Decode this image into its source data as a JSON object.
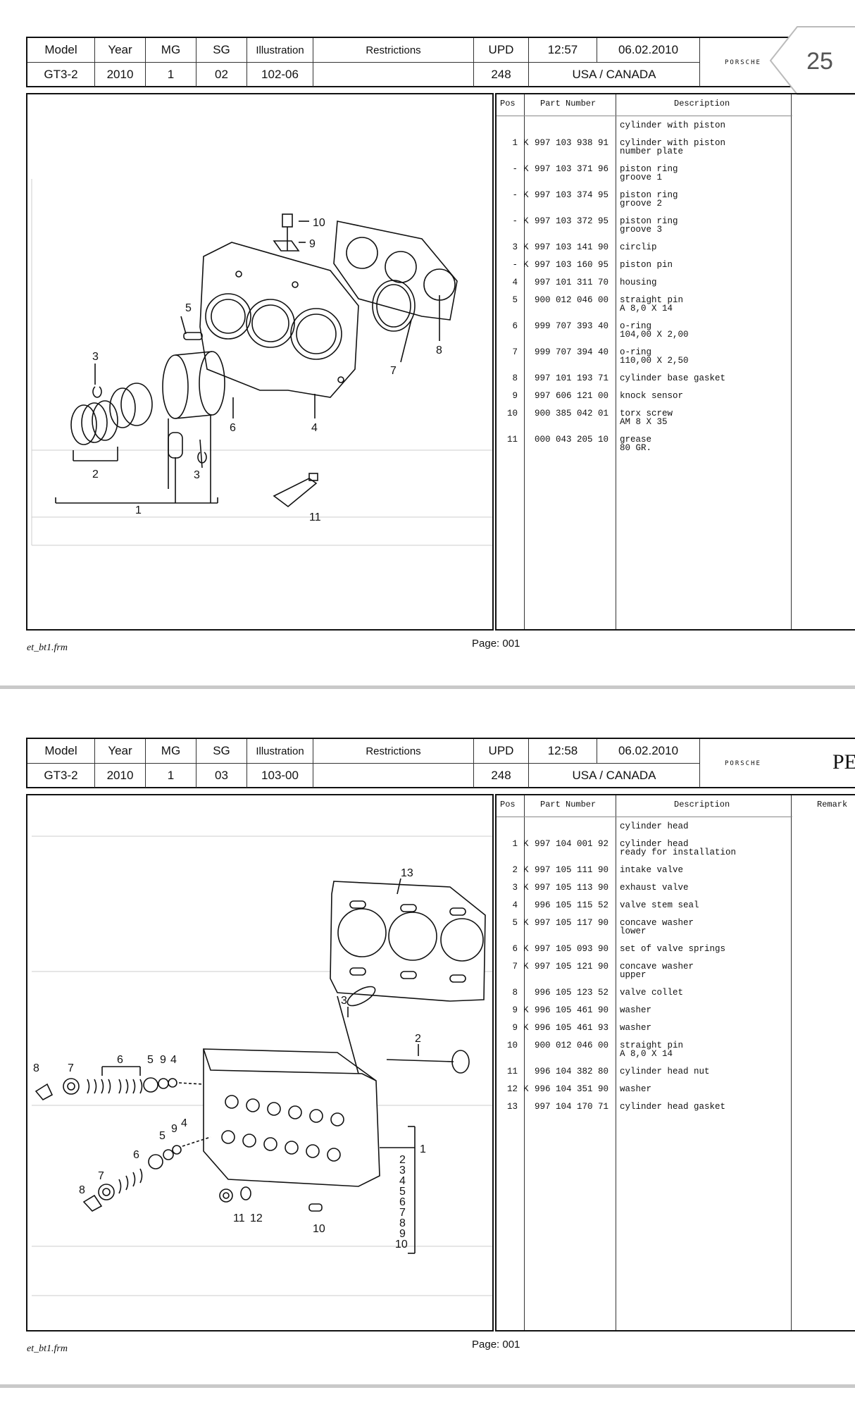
{
  "sheets": [
    {
      "header": {
        "labels": {
          "model": "Model",
          "year": "Year",
          "mg": "MG",
          "sg": "SG",
          "illustration": "Illustration",
          "restrictions": "Restrictions",
          "upd": "UPD"
        },
        "values": {
          "model": "GT3-2",
          "year": "2010",
          "mg": "1",
          "sg": "02",
          "illustration": "102-06",
          "restrictions": "",
          "upd": "248"
        },
        "time": "12:57",
        "date": "06.02.2010",
        "region": "USA / CANADA",
        "brand": "PORSCHE",
        "page_tab": "25"
      },
      "columns": {
        "pos": "Pos",
        "part_number": "Part Number",
        "description": "Description",
        "remark": ""
      },
      "parts": [
        {
          "pos": "",
          "k": "",
          "pn": "",
          "desc": "cylinder with piston"
        },
        {
          "pos": "1",
          "k": "K",
          "pn": "997 103 938 91",
          "desc": "cylinder with piston\nnumber plate"
        },
        {
          "pos": "-",
          "k": "K",
          "pn": "997 103 371 96",
          "desc": "piston ring\ngroove 1"
        },
        {
          "pos": "-",
          "k": "K",
          "pn": "997 103 374 95",
          "desc": "piston ring\ngroove 2"
        },
        {
          "pos": "-",
          "k": "K",
          "pn": "997 103 372 95",
          "desc": "piston ring\ngroove 3"
        },
        {
          "pos": "3",
          "k": "K",
          "pn": "997 103 141 90",
          "desc": "circlip"
        },
        {
          "pos": "-",
          "k": "K",
          "pn": "997 103 160 95",
          "desc": "piston pin"
        },
        {
          "pos": "4",
          "k": "",
          "pn": "997 101 311 70",
          "desc": "housing"
        },
        {
          "pos": "5",
          "k": "",
          "pn": "900 012 046 00",
          "desc": "straight pin\nA 8,0 X 14"
        },
        {
          "pos": "6",
          "k": "",
          "pn": "999 707 393 40",
          "desc": "o-ring\n104,00 X 2,00"
        },
        {
          "pos": "7",
          "k": "",
          "pn": "999 707 394 40",
          "desc": "o-ring\n110,00 X 2,50"
        },
        {
          "pos": "8",
          "k": "",
          "pn": "997 101 193 71",
          "desc": "cylinder base gasket"
        },
        {
          "pos": "9",
          "k": "",
          "pn": "997 606 121 00",
          "desc": "knock sensor"
        },
        {
          "pos": "10",
          "k": "",
          "pn": "900 385 042 01",
          "desc": "torx screw\nAM 8 X 35"
        },
        {
          "pos": "11",
          "k": "",
          "pn": "000 043 205 10",
          "desc": "grease\n80 GR."
        }
      ],
      "footer": {
        "file": "et_bt1.frm",
        "page": "Page: 001"
      },
      "callouts": [
        "10",
        "9",
        "5",
        "3",
        "2",
        "3",
        "1",
        "6",
        "4",
        "7",
        "8",
        "11"
      ]
    },
    {
      "header": {
        "labels": {
          "model": "Model",
          "year": "Year",
          "mg": "MG",
          "sg": "SG",
          "illustration": "Illustration",
          "restrictions": "Restrictions",
          "upd": "UPD"
        },
        "values": {
          "model": "GT3-2",
          "year": "2010",
          "mg": "1",
          "sg": "03",
          "illustration": "103-00",
          "restrictions": "",
          "upd": "248"
        },
        "time": "12:58",
        "date": "06.02.2010",
        "region": "USA / CANADA",
        "brand": "PORSCHE",
        "page_tab": "PET"
      },
      "columns": {
        "pos": "Pos",
        "part_number": "Part Number",
        "description": "Description",
        "remark": "Remark"
      },
      "parts": [
        {
          "pos": "",
          "k": "",
          "pn": "",
          "desc": "cylinder head"
        },
        {
          "pos": "1",
          "k": "K",
          "pn": "997 104 001 92",
          "desc": "cylinder head\nready for installation"
        },
        {
          "pos": "2",
          "k": "K",
          "pn": "997 105 111 90",
          "desc": "intake valve"
        },
        {
          "pos": "3",
          "k": "K",
          "pn": "997 105 113 90",
          "desc": "exhaust valve"
        },
        {
          "pos": "4",
          "k": "",
          "pn": "996 105 115 52",
          "desc": "valve stem seal"
        },
        {
          "pos": "5",
          "k": "K",
          "pn": "997 105 117 90",
          "desc": "concave washer\nlower"
        },
        {
          "pos": "6",
          "k": "K",
          "pn": "997 105 093 90",
          "desc": "set of valve springs"
        },
        {
          "pos": "7",
          "k": "K",
          "pn": "997 105 121 90",
          "desc": "concave washer\nupper"
        },
        {
          "pos": "8",
          "k": "",
          "pn": "996 105 123 52",
          "desc": "valve collet"
        },
        {
          "pos": "9",
          "k": "K",
          "pn": "996 105 461 90",
          "desc": "washer"
        },
        {
          "pos": "9",
          "k": "K",
          "pn": "996 105 461 93",
          "desc": "washer"
        },
        {
          "pos": "10",
          "k": "",
          "pn": "900 012 046 00",
          "desc": "straight pin\nA 8,0 X 14"
        },
        {
          "pos": "11",
          "k": "",
          "pn": "996 104 382 80",
          "desc": "cylinder head nut"
        },
        {
          "pos": "12",
          "k": "K",
          "pn": "996 104 351 90",
          "desc": "washer"
        },
        {
          "pos": "13",
          "k": "",
          "pn": "997 104 170 71",
          "desc": "cylinder head gasket"
        }
      ],
      "footer": {
        "file": "et_bt1.frm",
        "page": "Page: 001"
      },
      "callouts": [
        "13",
        "3",
        "2",
        "8",
        "7",
        "6",
        "5",
        "9",
        "4",
        "5",
        "9",
        "4",
        "6",
        "7",
        "8",
        "11",
        "12",
        "10",
        "1",
        "2",
        "3",
        "4",
        "5",
        "6",
        "7",
        "8",
        "9",
        "10"
      ]
    }
  ],
  "colors": {
    "ink": "#111111",
    "separator": "#c9c9c9"
  }
}
